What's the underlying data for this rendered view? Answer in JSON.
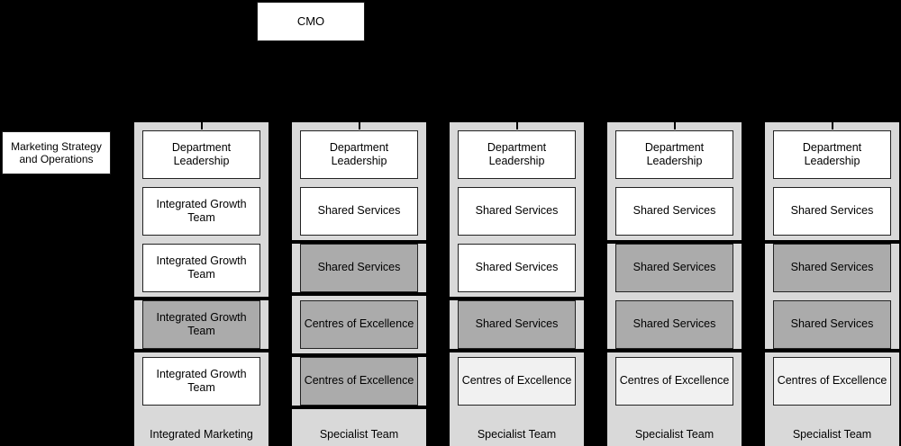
{
  "root": {
    "label": "CMO"
  },
  "side_node": {
    "label": "Marketing Strategy and Operations"
  },
  "legend_colors": {
    "background": "#000000",
    "column_fill": "#d9d9d9",
    "node_white": "#ffffff",
    "node_gray": "#ababab",
    "node_light": "#f1f1f1",
    "highlight_border": "#000000"
  },
  "columns": [
    {
      "footer": "Integrated Marketing",
      "cells": [
        {
          "label": "Department Leadership",
          "fill": "white",
          "highlighted": false
        },
        {
          "label": "Integrated Growth Team",
          "fill": "white",
          "highlighted": false
        },
        {
          "label": "Integrated Growth Team",
          "fill": "white",
          "highlighted": false
        },
        {
          "label": "Integrated Growth Team",
          "fill": "gray",
          "highlighted": true
        },
        {
          "label": "Integrated Growth Team",
          "fill": "white",
          "highlighted": false
        }
      ]
    },
    {
      "footer": "Specialist Team",
      "cells": [
        {
          "label": "Department Leadership",
          "fill": "white",
          "highlighted": false
        },
        {
          "label": "Shared Services",
          "fill": "white",
          "highlighted": false
        },
        {
          "label": "Shared Services",
          "fill": "gray",
          "highlighted": true
        },
        {
          "label": "Centres of Excellence",
          "fill": "gray",
          "highlighted": false
        },
        {
          "label": "Centres of Excellence",
          "fill": "gray",
          "highlighted": true
        }
      ]
    },
    {
      "footer": "Specialist Team",
      "cells": [
        {
          "label": "Department Leadership",
          "fill": "white",
          "highlighted": false
        },
        {
          "label": "Shared Services",
          "fill": "white",
          "highlighted": false
        },
        {
          "label": "Shared Services",
          "fill": "white",
          "highlighted": false
        },
        {
          "label": "Shared Services",
          "fill": "gray",
          "highlighted": true
        },
        {
          "label": "Centres of Excellence",
          "fill": "light",
          "highlighted": false
        }
      ]
    },
    {
      "footer": "Specialist Team",
      "cells": [
        {
          "label": "Department Leadership",
          "fill": "white",
          "highlighted": false
        },
        {
          "label": "Shared Services",
          "fill": "white",
          "highlighted": false
        },
        {
          "label": "Shared Services",
          "fill": "gray",
          "highlighted": true
        },
        {
          "label": "Shared Services",
          "fill": "gray",
          "highlighted": true
        },
        {
          "label": "Centres of Excellence",
          "fill": "light",
          "highlighted": false
        }
      ]
    },
    {
      "footer": "Specialist Team",
      "cells": [
        {
          "label": "Department Leadership",
          "fill": "white",
          "highlighted": false
        },
        {
          "label": "Shared Services",
          "fill": "white",
          "highlighted": false
        },
        {
          "label": "Shared Services",
          "fill": "gray",
          "highlighted": true
        },
        {
          "label": "Shared Services",
          "fill": "gray",
          "highlighted": true
        },
        {
          "label": "Centres of Excellence",
          "fill": "light",
          "highlighted": false
        }
      ]
    }
  ]
}
